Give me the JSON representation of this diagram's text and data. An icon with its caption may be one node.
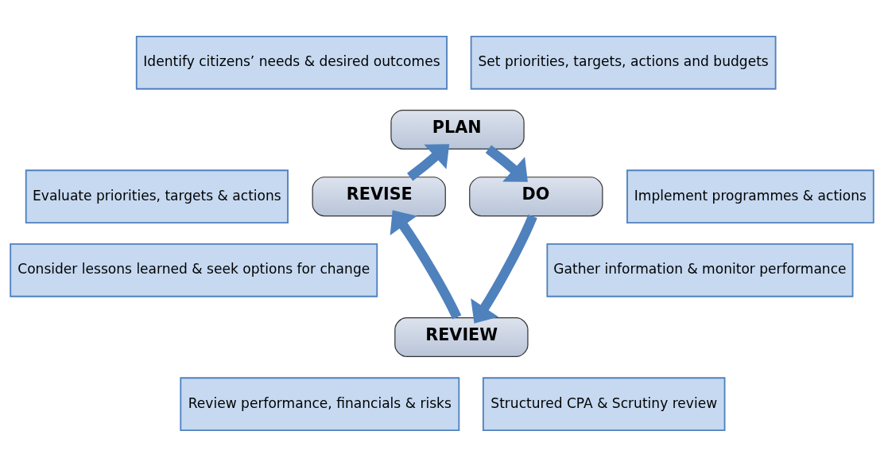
{
  "diagram": {
    "nodes": [
      {
        "text": [
          "Identify citizens’ needs & desired outcomes"
        ]
      },
      {
        "text": [
          "Set priorities, targets, actions and budgets"
        ]
      },
      {
        "text": [
          "PLAN"
        ]
      },
      {
        "text": [
          "Evaluate priorities, targets & actions"
        ]
      },
      {
        "text": [
          "Implement programmes & actions"
        ]
      },
      {
        "text": [
          "REVISE"
        ]
      },
      {
        "text": [
          "DO"
        ]
      },
      {
        "text": [
          "Consider lessons learned & seek options for change"
        ]
      },
      {
        "text": [
          "Gather information & monitor performance"
        ]
      },
      {
        "text": [
          "REVIEW"
        ]
      },
      {
        "text": [
          "Review performance, financials & risks"
        ]
      },
      {
        "text": [
          "Structured CPA & Scrutiny review"
        ]
      }
    ],
    "edges": [
      {
        "from": 2,
        "to": 6,
        "arrow": "to"
      },
      {
        "from": 6,
        "to": 9,
        "arrow": "to"
      },
      {
        "from": 9,
        "to": 5,
        "arrow": "to"
      },
      {
        "from": 5,
        "to": 2,
        "arrow": "to"
      }
    ]
  }
}
